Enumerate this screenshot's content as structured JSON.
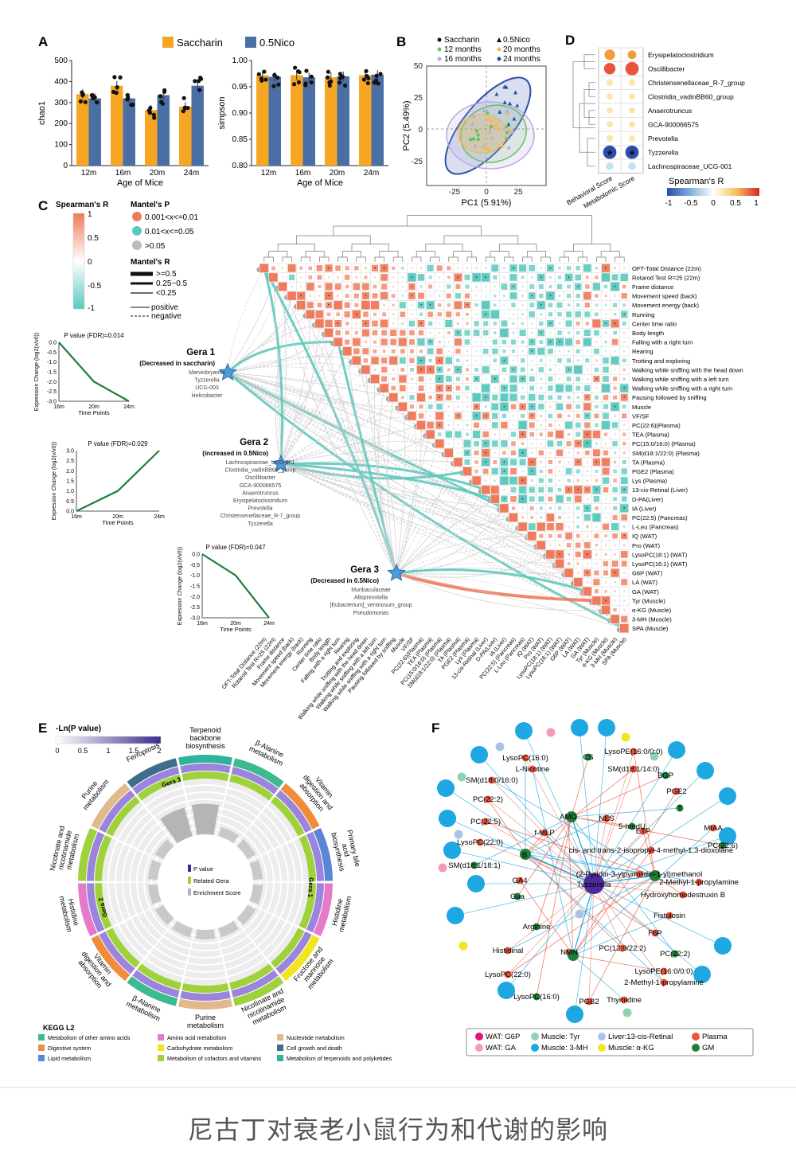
{
  "caption": "尼古丁对衰老小鼠行为和代谢的影响",
  "colors": {
    "saccharin": "#F6A623",
    "nico": "#4A6FA5",
    "pos": "#F07A5A",
    "neg": "#5CC9BE",
    "gray": "#BBBBBB",
    "gm": "#1E7E3A",
    "plasma": "#E8553A",
    "muscle3mh": "#1EA7E0",
    "muscleTyr": "#8FD3B0",
    "liver": "#A9C4E8",
    "musclekg": "#F2E51E",
    "watG6P": "#E0157A",
    "watGA": "#F59BB0"
  },
  "panelA": {
    "label": "A",
    "legend": [
      "Saccharin",
      "0.5Nico"
    ],
    "xlabel": "Age of Mice",
    "left": {
      "ylabel": "chao1",
      "yticks": [
        "0",
        "100",
        "200",
        "300",
        "400",
        "500"
      ],
      "ylim": [
        0,
        500
      ],
      "categories": [
        "12m",
        "16m",
        "20m",
        "24m"
      ],
      "saccharin": [
        340,
        380,
        265,
        280
      ],
      "nico": [
        320,
        320,
        335,
        380
      ]
    },
    "right": {
      "ylabel": "simpson",
      "yticks": [
        "0.80",
        "0.85",
        "0.90",
        "0.95",
        "1.00"
      ],
      "ylim": [
        0.8,
        1.0
      ],
      "categories": [
        "12m",
        "16m",
        "20m",
        "24m"
      ],
      "saccharin": [
        0.972,
        0.972,
        0.968,
        0.972
      ],
      "nico": [
        0.969,
        0.968,
        0.97,
        0.973
      ]
    }
  },
  "panelB": {
    "label": "B",
    "legend": [
      "Saccharin",
      "0.5Nico",
      "12 months",
      "20 months",
      "16 months",
      "24 months"
    ],
    "xlabel": "PC1 (5.91%)",
    "ylabel": "PC2 (5.49%)",
    "xticks": [
      "-25",
      "0",
      "25"
    ],
    "yticks": [
      "50",
      "25",
      "0",
      "-25"
    ]
  },
  "panelD": {
    "label": "D",
    "taxa": [
      "Erysipelatoclostridium",
      "Oscillibacter",
      "Christensenellaceae_R-7_group",
      "Clostridia_vadinBB60_group",
      "Anaerotruncus",
      "GCA-900066575",
      "Prevotella",
      "Tyzzerella",
      "Lachnospiraceae_UCG-001"
    ],
    "columns": [
      "Behavioral Score",
      "Metabolomic Score"
    ],
    "values": [
      [
        0.6,
        0.4
      ],
      [
        0.7,
        0.9
      ],
      [
        0.2,
        0.2
      ],
      [
        0.15,
        0.15
      ],
      [
        0.15,
        0.15
      ],
      [
        0.15,
        0.15
      ],
      [
        0.2,
        0.15
      ],
      [
        -0.9,
        -0.9
      ],
      [
        -0.3,
        -0.3
      ]
    ],
    "scale_title": "Spearman's R",
    "scale_ticks": [
      "-1",
      "-0.5",
      "0",
      "0.5",
      "1"
    ]
  },
  "panelC": {
    "label": "C",
    "spearman_title": "Spearman's R",
    "spearman_ticks": [
      "1",
      "0.5",
      "0",
      "-0.5",
      "-1"
    ],
    "mantelP_title": "Mantel's P",
    "mantelP": [
      "0.001<x<=0.01",
      "0.01<x<=0.05",
      ">0.05"
    ],
    "mantelR_title": "Mantel's R",
    "mantelR": [
      ">=0.5",
      "0.25~0.5",
      "<0.25"
    ],
    "line_types": [
      "positive",
      "negative"
    ],
    "traits": [
      "OFT-Total Distance (22m)",
      "Rotarod Test R=25 (22m)",
      "Frame distance",
      "Movement speed (back)",
      "Movement energy (back)",
      "Running",
      "Center time ratio",
      "Body length",
      "Falling with a right turn",
      "Rearing",
      "Trotting and exploring",
      "Walking while sniffing with the head down",
      "Walking while sniffing with a left turn",
      "Walking while sniffing with a right turn",
      "Pausing followed by sniffing",
      "Muscle",
      "VF/SF",
      "PC(22:6)(Plasma)",
      "TEA (Plasma)",
      "PC(15:0/16:0) (Plasma)",
      "SM(d18:1/22:0) (Plasma)",
      "TA (Plasma)",
      "PGE2 (Plasma)",
      "Lys (Plasma)",
      "13-cis-Retinal (Liver)",
      "D-PA(Liver)",
      "IA (Liver)",
      "PC(22:5) (Pancreas)",
      "L-Leu (Pancreas)",
      "IQ (WAT)",
      "Pro (WAT)",
      "LysoPC(18:1) (WAT)",
      "LysoPC(16:1) (WAT)",
      "G6P (WAT)",
      "LA (WAT)",
      "GA (WAT)",
      "Tyr (Muscle)",
      "α-KG (Muscle)",
      "3-MH (Muscle)",
      "SPA (Muscle)"
    ],
    "gera": [
      {
        "title": "Gera 1",
        "subtitle": "(Decreased in saccharin)",
        "members": [
          "Marvinbryantia",
          "Tyzzerella",
          "UCG-003",
          "Helicobacter"
        ],
        "plot": {
          "title": "P value (FDR)=0.014",
          "ylabel": "Expression Change (log2(v/v0))",
          "xlabel": "Time Points",
          "xticks": [
            "16m",
            "20m",
            "24m"
          ],
          "yticks": [
            "0.0",
            "-0.5",
            "-1.0",
            "-1.5",
            "-2.0",
            "-2.5",
            "-3.0"
          ],
          "ylim": [
            -3.0,
            0.0
          ],
          "values": [
            0.0,
            -2.0,
            -3.0
          ]
        }
      },
      {
        "title": "Gera 2",
        "subtitle": "(increased in 0.5Nico)",
        "members": [
          "Lachnospiraceae_UCG-001",
          "Clostridia_vadinBB60_group",
          "Oscillibacter",
          "GCA-900066575",
          "Anaerotruncus",
          "Erysipelatoclostridium",
          "Prevotella",
          "Christensenellaceae_R-7_group",
          "Tyzzerella"
        ],
        "plot": {
          "title": "P value (FDR)=0.029",
          "ylabel": "Expression Change (log2(v/v0))",
          "xlabel": "Time Points",
          "xticks": [
            "16m",
            "20m",
            "24m"
          ],
          "yticks": [
            "3.0",
            "2.5",
            "2.0",
            "1.5",
            "1.0",
            "0.5",
            "0.0"
          ],
          "ylim": [
            0.0,
            3.0
          ],
          "values": [
            0.0,
            1.0,
            3.0
          ]
        }
      },
      {
        "title": "Gera 3",
        "subtitle": "(Decreased in 0.5Nico)",
        "members": [
          "Muribaculaceae",
          "Alloprevotella",
          "[Eubacterium]_ventriosum_group",
          "Pseudomonas"
        ],
        "plot": {
          "title": "P value (FDR)=0.047",
          "ylabel": "Expression Change (log2(v/v0))",
          "xlabel": "Time Points",
          "xticks": [
            "16m",
            "20m",
            "24m"
          ],
          "yticks": [
            "0.0",
            "-0.5",
            "-1.0",
            "-1.5",
            "-2.0",
            "-2.5",
            "-3.0"
          ],
          "ylim": [
            -3.0,
            0.0
          ],
          "values": [
            0.0,
            -1.0,
            -3.0
          ]
        }
      }
    ]
  },
  "panelE": {
    "label": "E",
    "scale_title": "-Ln(P value)",
    "scale_ticks": [
      "0",
      "0.5",
      "1",
      "1.5",
      "2"
    ],
    "ring_labels": [
      "Gera 3",
      "Gera 1",
      "Gera 2"
    ],
    "center_legend": [
      "P value",
      "Related Gera",
      "Enrichment Score"
    ],
    "pathways": [
      "Terpenoid backbone biosynthesis",
      "β-Alanine metabolism",
      "Vitamin digestion and absorption",
      "Primary bile acid biosynthesis",
      "Histidine metabolism",
      "Fructose and mannose metabolism",
      "Nicotinate and nicotinamide metabolism",
      "Purine metabolism",
      "β-Alanine metabolism",
      "Vitamin digestion and absorption",
      "Histidine metabolism",
      "Nicotinate and nicotinamide metabolism",
      "Purine metabolism",
      "Ferroptosis"
    ],
    "kegg_title": "KEGG L2",
    "kegg": [
      {
        "name": "Metabolism of other amino acids",
        "color": "#3DBA8F"
      },
      {
        "name": "Amino acid metabolism",
        "color": "#E57AC8"
      },
      {
        "name": "Nucleotide metabolism",
        "color": "#E2B98A"
      },
      {
        "name": "Digestive system",
        "color": "#F08C3A"
      },
      {
        "name": "Carbohydrate metabolism",
        "color": "#F2E51E"
      },
      {
        "name": "Cell growth and death",
        "color": "#3E6E8C"
      },
      {
        "name": "Lipid metabolism",
        "color": "#5A86D6"
      },
      {
        "name": "Metabolism of cofactors and vitamins",
        "color": "#9FD23A"
      },
      {
        "name": "Metabolism of terpenoids and polyketides",
        "color": "#2FB49B"
      }
    ]
  },
  "panelF": {
    "label": "F",
    "hubs": [
      "Tyzzerella"
    ],
    "nodes": [
      "LysoPC(16:0)",
      "CS",
      "LysoPE(16:0/0:0)",
      "L-Nicotine",
      "SM(d18:1/14:0)",
      "BGP",
      "SM(d18:0/16:0)",
      "PGE2",
      "PC(22:2)",
      "T",
      "PC(22:5)",
      "AMO",
      "NES",
      "5-hmdU",
      "ETP",
      "MIAA",
      "f-MLP",
      "PC(22:6)",
      "LysoPC(22:0)",
      "cis- and trans-2-isopropyl-4-methyl-1,3-dioxolane",
      "B",
      "SM(d18:1/18:1)",
      "(2-Pyridin-3-ylpyrrolidin-1-yl)methanol",
      "GA4",
      "2-Methyl-1-propylamine",
      "Gua",
      "Hydroxyhomodestruxin B",
      "Fistulosin",
      "F6P",
      "Arginine",
      "Histidinal",
      "NMN",
      "PC(12:0/22:2)",
      "PC(22:2)",
      "LysoPC(22:0)",
      "LysoPE(16:0/0:0)",
      "2-Methyl-1-propylamine",
      "LysoPC(16:0)",
      "PGB2",
      "Thymidine"
    ],
    "legend": [
      "WAT: G6P",
      "Muscle: Tyr",
      "Liver:13-cis-Retinal",
      "Plasma",
      "WAT: GA",
      "Muscle: 3-MH",
      "Muscle: α-KG",
      "GM"
    ]
  }
}
